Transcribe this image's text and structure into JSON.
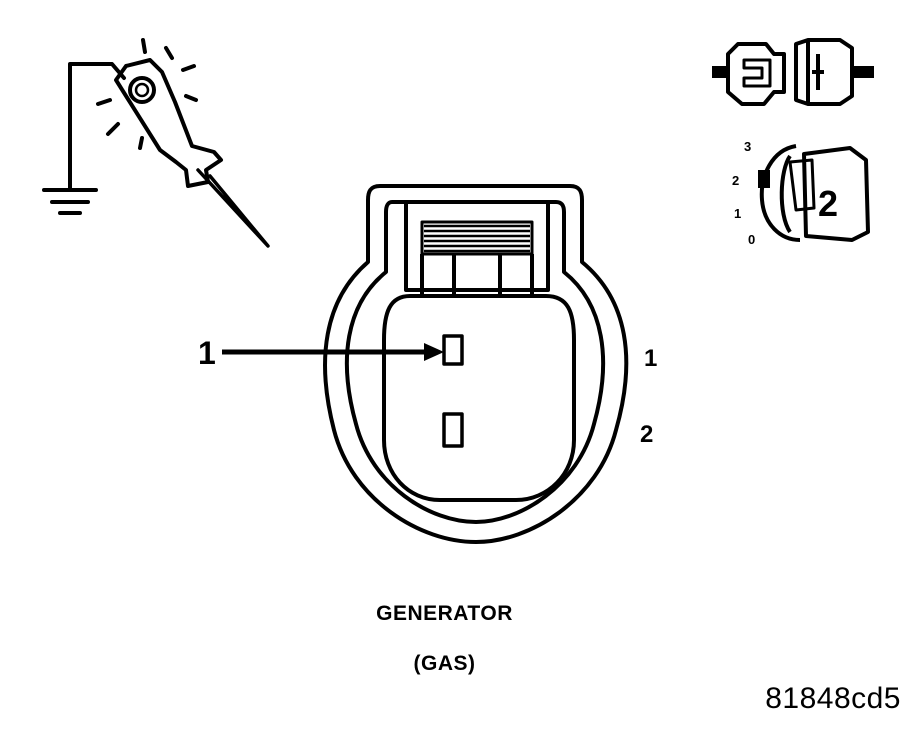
{
  "diagram": {
    "callout": "1",
    "cavity_labels": [
      "1",
      "2"
    ],
    "ignition_positions": [
      "3",
      "2",
      "1",
      "0"
    ],
    "ignition_key_label": "2",
    "caption_title": "GENERATOR",
    "caption_subtitle": "(GAS)",
    "figure_id": "81848cd5"
  },
  "icons": {
    "probe": "test-light-probe-to-ground-icon",
    "connector_state": "connector-disconnected-icon",
    "ignition": "ignition-switch-position-icon"
  },
  "colors": {
    "ink": "#000000",
    "background": "#ffffff"
  }
}
